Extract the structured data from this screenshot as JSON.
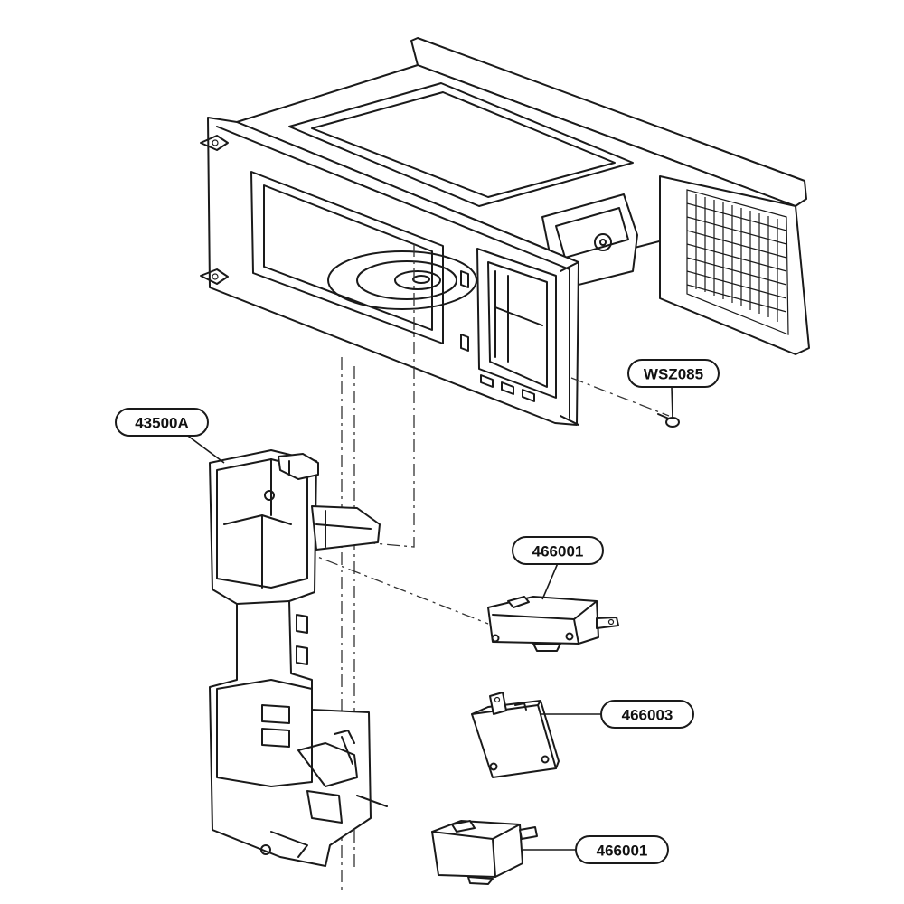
{
  "callouts": {
    "screw": "WSZ085",
    "latch_board": "43500A",
    "switch_primary": "466001",
    "switch_monitor": "466003",
    "switch_secondary": "466001"
  }
}
